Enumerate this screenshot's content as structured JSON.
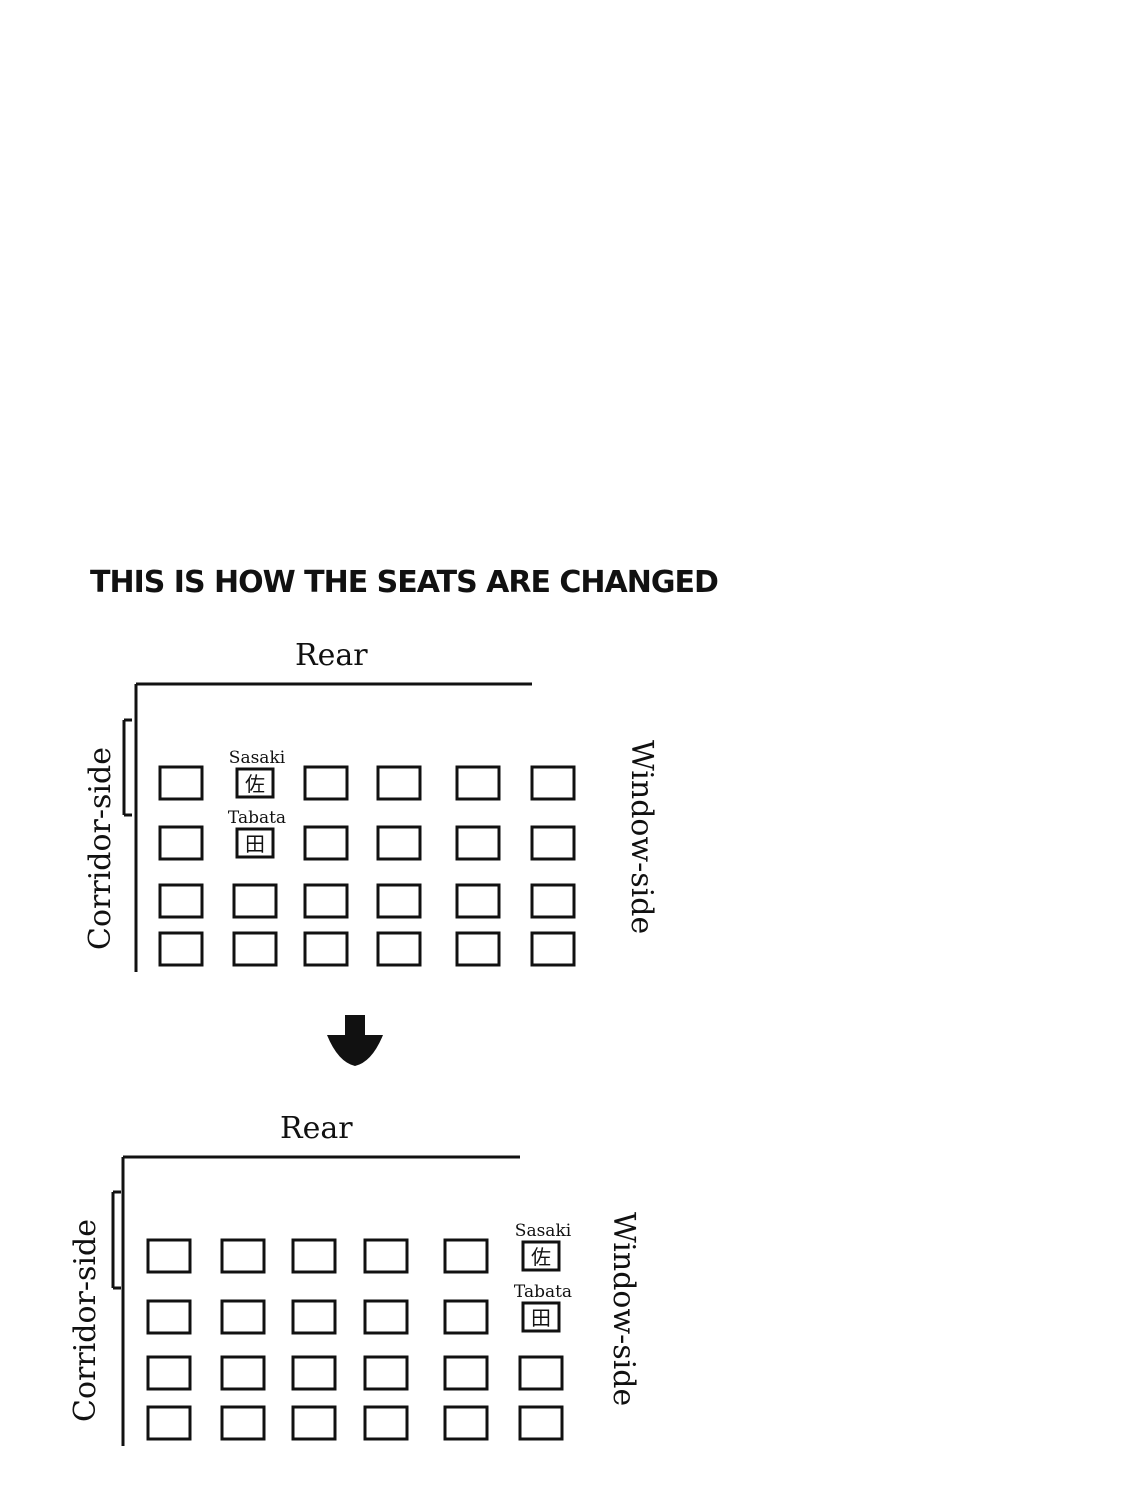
{
  "title": "THIS IS HOW THE SEATS ARE CHANGED",
  "diagrams": [
    {
      "rear_label": "Rear",
      "corridor_label": "Corridor-side",
      "window_label": "Window-side",
      "columns": 6,
      "rows": 4,
      "students": [
        {
          "name": "Sasaki",
          "kanji": "佐",
          "row": 1,
          "col": 2
        },
        {
          "name": "Tabata",
          "kanji": "田",
          "row": 2,
          "col": 2
        }
      ]
    },
    {
      "rear_label": "Rear",
      "corridor_label": "Corridor-side",
      "window_label": "Window-side",
      "columns": 6,
      "rows": 4,
      "students": [
        {
          "name": "Sasaki",
          "kanji": "佐",
          "row": 1,
          "col": 6
        },
        {
          "name": "Tabata",
          "kanji": "田",
          "row": 2,
          "col": 6
        }
      ]
    }
  ],
  "colors": {
    "ink": "#111111",
    "background": "#ffffff"
  },
  "arrow_icon": "down-arrow-icon"
}
